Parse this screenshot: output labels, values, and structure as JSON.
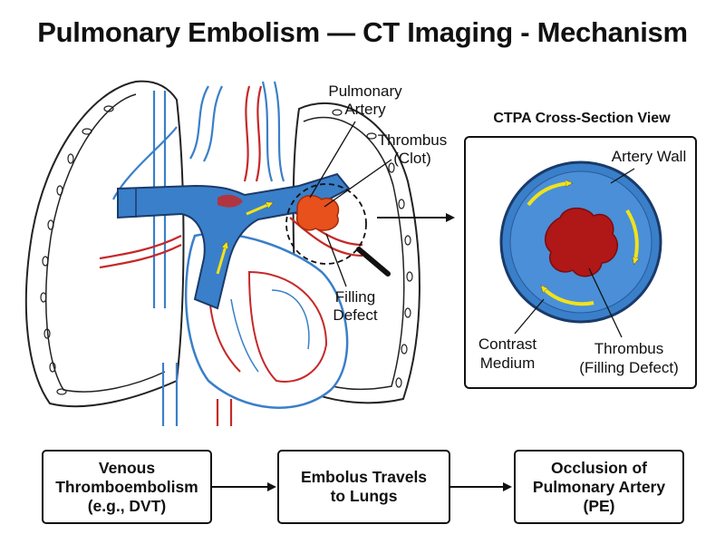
{
  "title": "Pulmonary Embolism — CT Imaging - Mechanism",
  "heart_labels": {
    "pulmonary_artery": [
      "Pulmonary",
      "Artery"
    ],
    "thrombus": [
      "Thrombus",
      "(Clot)"
    ],
    "filling_defect": [
      "Filling",
      "Defect"
    ]
  },
  "ctpa": {
    "title": "CTPA Cross-Section View",
    "artery_wall": "Artery Wall",
    "contrast_medium": [
      "Contrast",
      "Medium"
    ],
    "thrombus": [
      "Thrombus",
      "(Filling Defect)"
    ]
  },
  "flow": [
    {
      "lines": [
        "Venous",
        "Thromboembolism",
        "(e.g., DVT)"
      ]
    },
    {
      "lines": [
        "Embolus Travels",
        "to Lungs"
      ]
    },
    {
      "lines": [
        "Occlusion of",
        "Pulmonary Artery",
        "(PE)"
      ]
    }
  ],
  "colors": {
    "artery_blue": "#3a7fc9",
    "vessel_red": "#c62828",
    "clot_red": "#b01717",
    "clot_orange": "#e8501c",
    "flow_arrow_yellow": "#f2e21a"
  }
}
